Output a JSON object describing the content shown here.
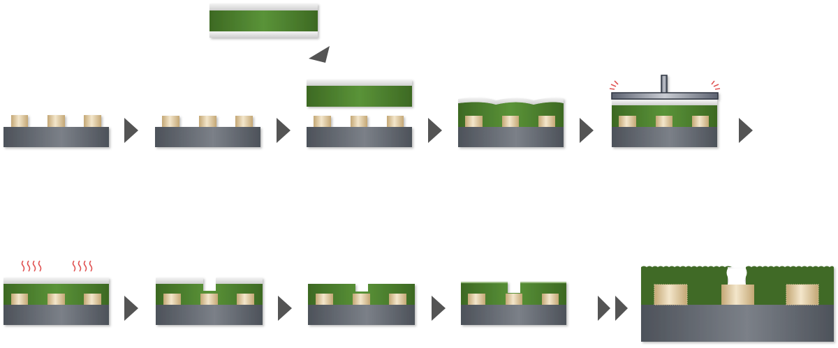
{
  "diagram": {
    "description_text": "",
    "palette": {
      "substrate_dark": "#4f545c",
      "substrate_light": "#7a7f87",
      "pad_dark": "#c7ab7c",
      "pad_light": "#f1e3c6",
      "dielectric_green": "#3f6a25",
      "dielectric_light": "#5c9a3a",
      "release_film": "#e2e2e2",
      "arrow_gray": "#545454",
      "heat_red": "#e05252",
      "press_steel": "#5e6471"
    },
    "steps": [
      {
        "id": "step-1-pads-on-substrate"
      },
      {
        "id": "step-2-pads-on-substrate"
      },
      {
        "id": "step-3-film-placement"
      },
      {
        "id": "step-4-lamination"
      },
      {
        "id": "step-5-press"
      },
      {
        "id": "step-6-heat-cure"
      },
      {
        "id": "step-7-film-opening"
      },
      {
        "id": "step-8-film-removed"
      },
      {
        "id": "step-9-surface-treated"
      },
      {
        "id": "step-10-detail-view"
      }
    ]
  }
}
